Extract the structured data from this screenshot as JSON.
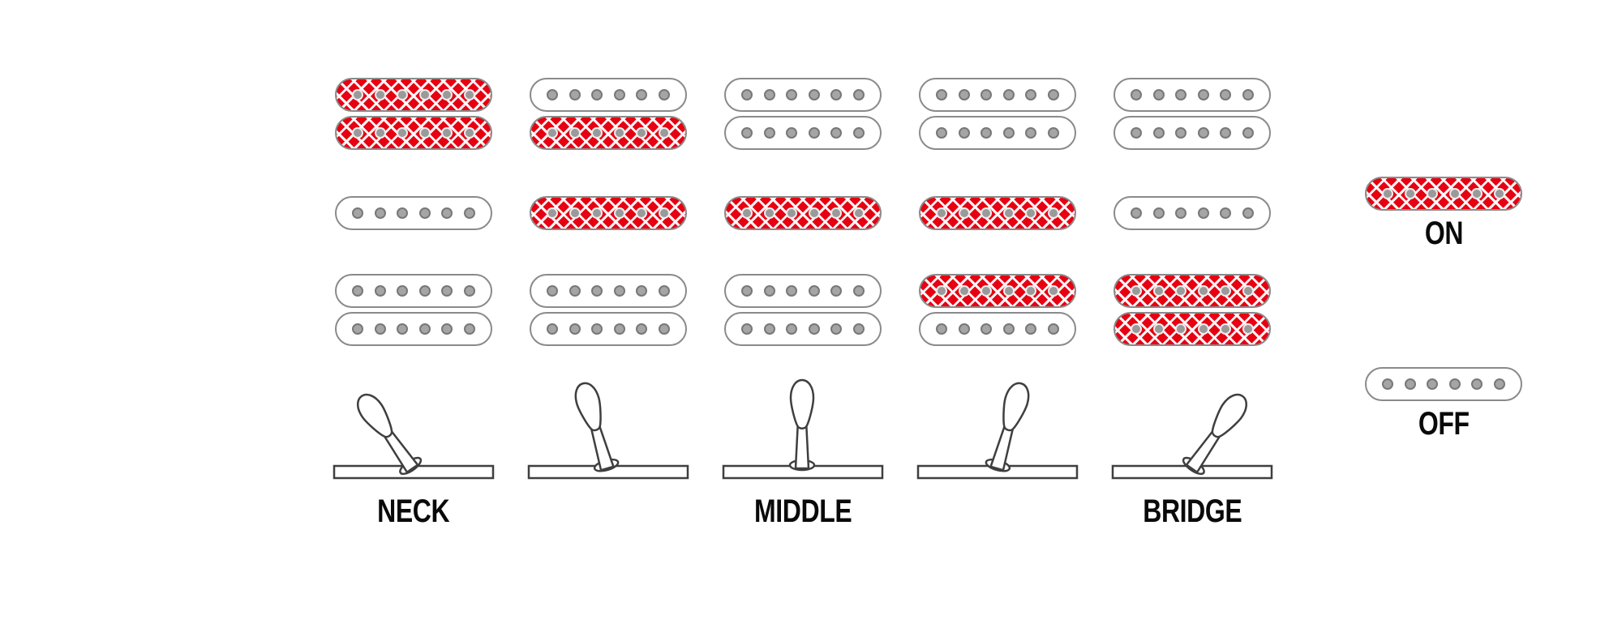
{
  "legend": {
    "on_label": "ON",
    "off_label": "OFF"
  },
  "colors": {
    "pickup_on": "#e60012",
    "pickup_off": "#ffffff",
    "pickup_outline": "#8a8a8a",
    "pole_piece": "#a5a5a5",
    "switch_outline": "#3f3f3f",
    "label_text": "#0a0a0a"
  },
  "positions": [
    {
      "label": "NECK",
      "switch_angle": -35,
      "coils": {
        "neck_top": "on",
        "neck_bottom": "on",
        "middle": "off",
        "bridge_top": "off",
        "bridge_bottom": "off"
      }
    },
    {
      "label": "",
      "switch_angle": -16,
      "coils": {
        "neck_top": "off",
        "neck_bottom": "on",
        "middle": "on",
        "bridge_top": "off",
        "bridge_bottom": "off"
      }
    },
    {
      "label": "MIDDLE",
      "switch_angle": 0,
      "coils": {
        "neck_top": "off",
        "neck_bottom": "off",
        "middle": "on",
        "bridge_top": "off",
        "bridge_bottom": "off"
      }
    },
    {
      "label": "",
      "switch_angle": 16,
      "coils": {
        "neck_top": "off",
        "neck_bottom": "off",
        "middle": "on",
        "bridge_top": "on",
        "bridge_bottom": "off"
      }
    },
    {
      "label": "BRIDGE",
      "switch_angle": 35,
      "coils": {
        "neck_top": "off",
        "neck_bottom": "off",
        "middle": "off",
        "bridge_top": "on",
        "bridge_bottom": "on"
      }
    }
  ]
}
